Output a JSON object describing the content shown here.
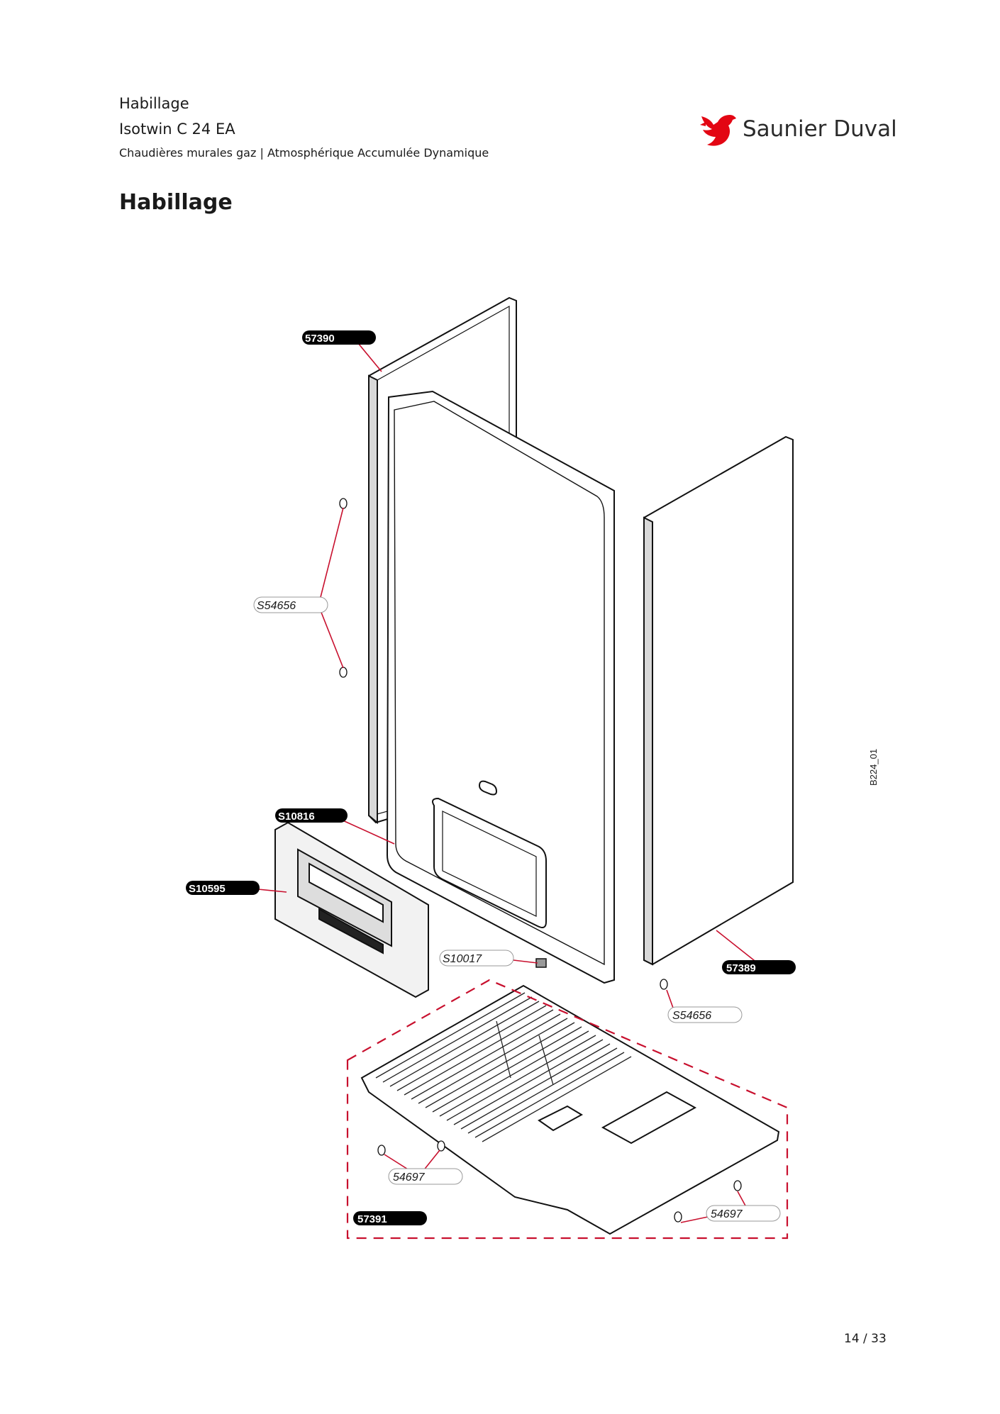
{
  "header": {
    "title": "Habillage",
    "model": "Isotwin C 24 EA",
    "category": "Chaudières murales gaz | Atmosphérique Accumulée Dynamique"
  },
  "brand": {
    "name": "Saunier Duval",
    "color": "#e30613"
  },
  "page_heading": "Habillage",
  "diagram": {
    "reference": "B224_01",
    "part_labels": {
      "p57390": "57390",
      "pS54656a": "S54656",
      "pS10816": "S10816",
      "pS10595": "S10595",
      "pS10017": "S10017",
      "p57389": "57389",
      "pS54656b": "S54656",
      "p54697a": "54697",
      "p57391": "57391",
      "p54697b": "54697"
    }
  },
  "footer": {
    "page": "14 / 33"
  }
}
